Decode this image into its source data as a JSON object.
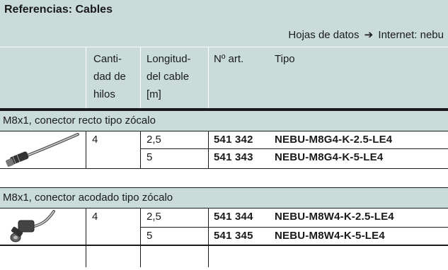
{
  "header": {
    "title": "Referencias: Cables",
    "datasheet_prefix": "Hojas de datos",
    "arrow": "➔",
    "datasheet_suffix": "Internet: nebu"
  },
  "columns": {
    "wires": "Canti-\ndad de\nhilos",
    "length": "Longitud-\ndel cable\n[m]",
    "part_no": "Nº art.",
    "type": "Tipo"
  },
  "sections": [
    {
      "title": "M8x1, conector recto tipo zócalo",
      "image": "straight-socket-cable",
      "wires": "4",
      "rows": [
        {
          "length": "2,5",
          "part_no": "541 342",
          "type": "NEBU-M8G4-K-2.5-LE4"
        },
        {
          "length": "5",
          "part_no": "541 343",
          "type": "NEBU-M8G4-K-5-LE4"
        }
      ]
    },
    {
      "title": "M8x1, conector acodado tipo zócalo",
      "image": "angled-socket-cable",
      "wires": "4",
      "rows": [
        {
          "length": "2,5",
          "part_no": "541 344",
          "type": "NEBU-M8W4-K-2.5-LE4"
        },
        {
          "length": "5",
          "part_no": "541 345",
          "type": "NEBU-M8W4-K-5-LE4"
        }
      ]
    }
  ]
}
